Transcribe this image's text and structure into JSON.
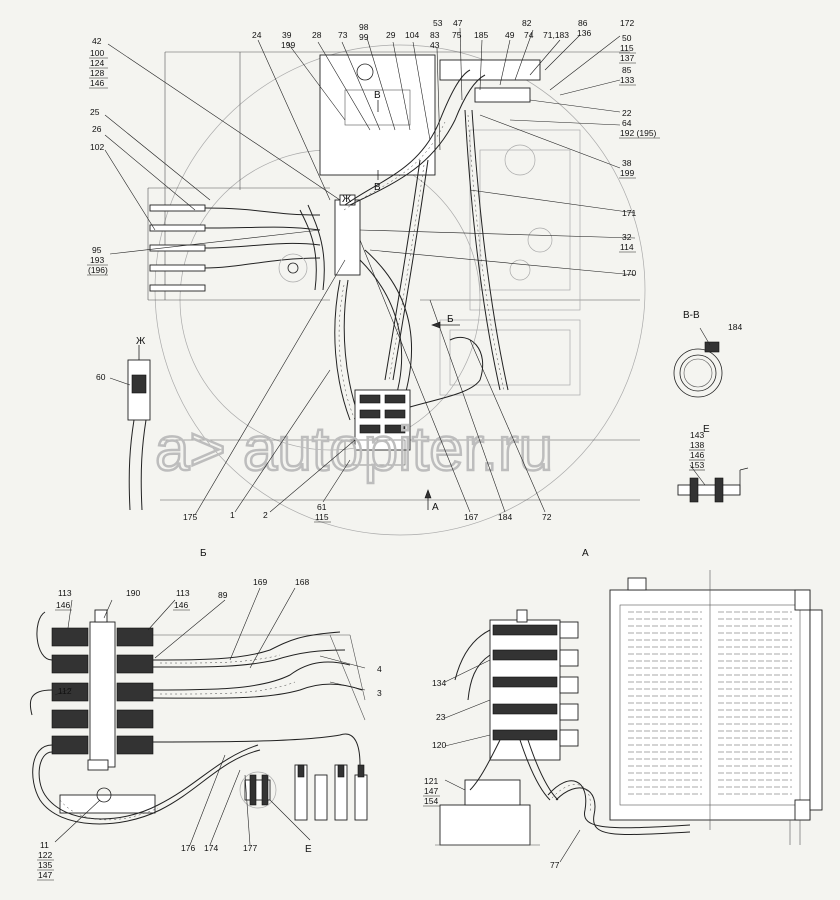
{
  "watermark": "a> autopiter.ru",
  "view_labels": {
    "b": "Б",
    "a": "А",
    "vv": "В-В",
    "e": "Е",
    "zh": "Ж",
    "v": "В"
  },
  "callouts": {
    "n42": "42",
    "n100": "100",
    "n124": "124",
    "n128": "128",
    "n146": "146",
    "n25": "25",
    "n26": "26",
    "n102": "102",
    "n95": "95",
    "n193": "193",
    "n196": "(196)",
    "n24": "24",
    "n39": "39",
    "n199": "199",
    "n28": "28",
    "n73": "73",
    "n98": "98",
    "n99": "99",
    "n29": "29",
    "n104": "104",
    "n83": "83",
    "n43": "43",
    "n53": "53",
    "n47": "47",
    "n75": "75",
    "n185": "185",
    "n49": "49",
    "n82": "82",
    "n74": "74",
    "n71183": "71,183",
    "n86": "86",
    "n136": "136",
    "n172": "172",
    "n50": "50",
    "n115": "115",
    "n137": "137",
    "n85": "85",
    "n133": "133",
    "n22": "22",
    "n64": "64",
    "n192": "192 (195)",
    "n38": "38",
    "n199b": "199",
    "n171": "171",
    "n32": "32",
    "n114": "114",
    "n170": "170",
    "n184a": "184",
    "n60": "60",
    "n143": "143",
    "n138": "138",
    "n146b": "146",
    "n153": "153",
    "n175": "175",
    "n1": "1",
    "n2": "2",
    "n61": "61",
    "n115b": "115",
    "n167": "167",
    "n184b": "184",
    "n72": "72",
    "n113a": "113",
    "n146c": "146",
    "n190": "190",
    "n113b": "113",
    "n146d": "146",
    "n89": "89",
    "n169": "169",
    "n168": "168",
    "n112": "112",
    "n4": "4",
    "n3": "3",
    "n11": "11",
    "n122": "122",
    "n135": "135",
    "n147": "147",
    "n176": "176",
    "n174": "174",
    "n177": "177",
    "n134": "134",
    "n23": "23",
    "n120": "120",
    "n121": "121",
    "n147b": "147",
    "n154": "154",
    "n77": "77"
  }
}
